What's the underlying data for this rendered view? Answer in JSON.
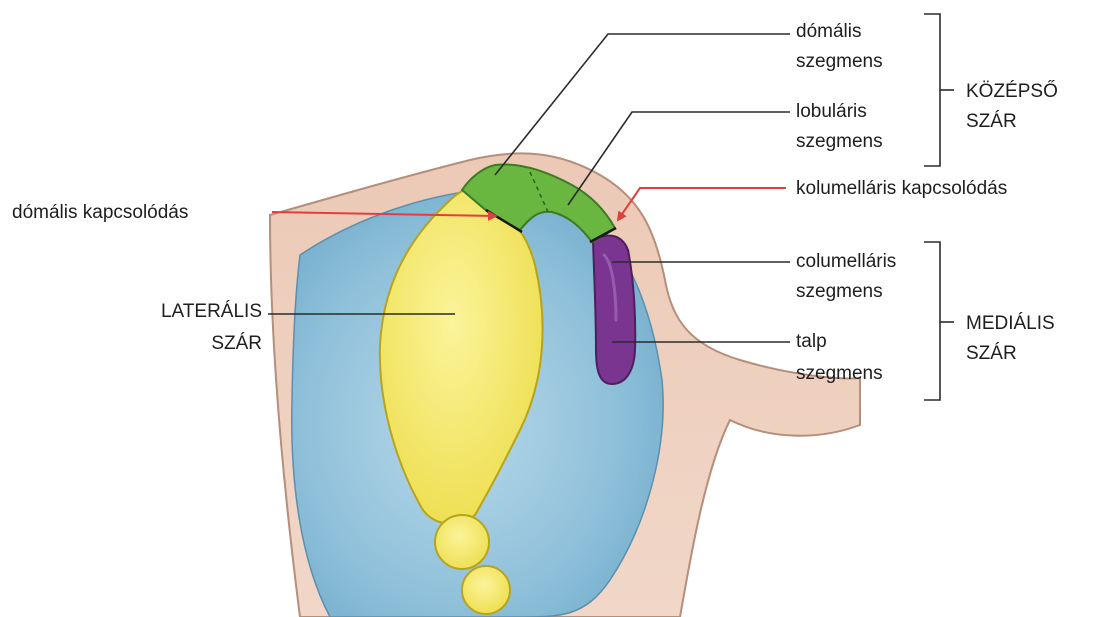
{
  "labels": {
    "domal_segment": [
      "dómális",
      "szegmens"
    ],
    "lobular_segment": [
      "lobuláris",
      "szegmens"
    ],
    "middle_crus": [
      "KÖZÉPSŐ",
      "SZÁR"
    ],
    "domal_junction": "dómális kapcsolódás",
    "columellar_junction": "kolumelláris kapcsolódás",
    "lateral_crus": [
      "LATERÁLIS",
      "SZÁR"
    ],
    "columellar_segment": [
      "columelláris",
      "szegmens"
    ],
    "footplate_segment": [
      "talp",
      "szegmens"
    ],
    "medial_crus": [
      "MEDIÁLIS",
      "SZÁR"
    ]
  },
  "colors": {
    "skin": "#ebc7b4",
    "skin_outline": "#b58e7c",
    "cavity": "#7fb6d2",
    "cavity_light": "#b8d9ea",
    "lateral_crus": "#f2e45a",
    "middle_crus": "#69b640",
    "medial_crus": "#7a3590",
    "leader_line": "#2b2b2b",
    "arrow": "#e0403c"
  }
}
